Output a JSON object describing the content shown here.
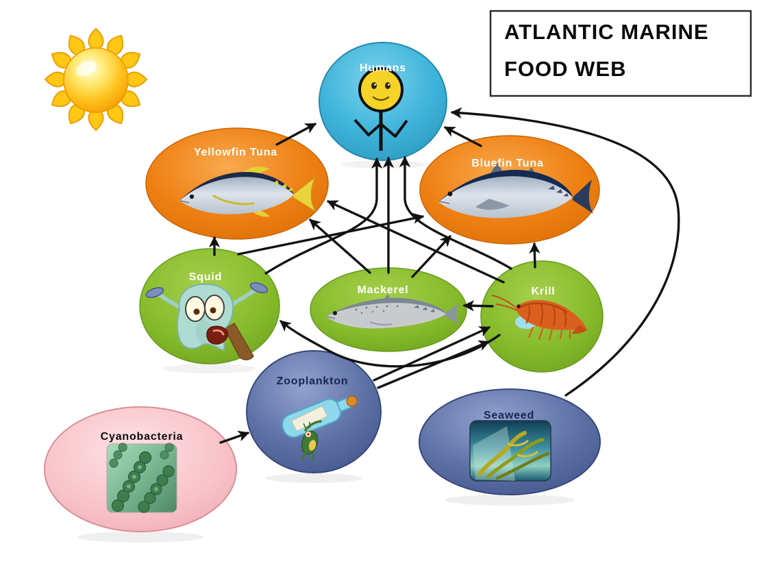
{
  "title": {
    "line1": "ATLANTIC MARINE",
    "line2": "FOOD WEB"
  },
  "diagram": {
    "type": "food-web",
    "sun": {
      "icon": "sun-icon"
    },
    "nodes": [
      {
        "id": "humans",
        "label": "Humans",
        "shape": "circle",
        "color": "#3FB4DB",
        "label_color": "#FFFFFF",
        "art": "stick-figure-smiley"
      },
      {
        "id": "yellowfin-tuna",
        "label": "Yellowfin Tuna",
        "shape": "ellipse",
        "color": "#EE8013",
        "label_color": "#FFFFFF",
        "art": "yellowfin-tuna-fish"
      },
      {
        "id": "bluefin-tuna",
        "label": "Bluefin Tuna",
        "shape": "ellipse",
        "color": "#EE8013",
        "label_color": "#FFFFFF",
        "art": "bluefin-tuna-fish"
      },
      {
        "id": "squid",
        "label": "Squid",
        "shape": "ellipse",
        "color": "#86BB2B",
        "label_color": "#FFFFFF",
        "art": "squid-cartoon"
      },
      {
        "id": "mackerel",
        "label": "Mackerel",
        "shape": "ellipse",
        "color": "#86BB2B",
        "label_color": "#FFFFFF",
        "art": "mackerel-fish"
      },
      {
        "id": "krill",
        "label": "Krill",
        "shape": "circle",
        "color": "#86BB2B",
        "label_color": "#FFFFFF",
        "art": "krill-crustacean"
      },
      {
        "id": "zooplankton",
        "label": "Zooplankton",
        "shape": "circle",
        "color": "#5F72A7",
        "label_color": "#17264F",
        "art": "plankton-with-bottle"
      },
      {
        "id": "seaweed",
        "label": "Seaweed",
        "shape": "ellipse",
        "color": "#5F72A7",
        "label_color": "#17264F",
        "art": "kelp-photo"
      },
      {
        "id": "cyanobacteria",
        "label": "Cyanobacteria",
        "shape": "ellipse",
        "color": "#F8C3C9",
        "label_color": "#0B0B0B",
        "art": "bacteria-photo"
      }
    ],
    "edges": [
      {
        "from": "yellowfin-tuna",
        "to": "humans"
      },
      {
        "from": "bluefin-tuna",
        "to": "humans"
      },
      {
        "from": "squid",
        "to": "humans"
      },
      {
        "from": "mackerel",
        "to": "humans"
      },
      {
        "from": "krill",
        "to": "humans"
      },
      {
        "from": "seaweed",
        "to": "humans"
      },
      {
        "from": "squid",
        "to": "yellowfin-tuna"
      },
      {
        "from": "mackerel",
        "to": "yellowfin-tuna"
      },
      {
        "from": "krill",
        "to": "yellowfin-tuna"
      },
      {
        "from": "squid",
        "to": "bluefin-tuna"
      },
      {
        "from": "mackerel",
        "to": "bluefin-tuna"
      },
      {
        "from": "krill",
        "to": "bluefin-tuna"
      },
      {
        "from": "krill",
        "to": "mackerel"
      },
      {
        "from": "krill",
        "to": "squid"
      },
      {
        "from": "zooplankton",
        "to": "krill"
      },
      {
        "from": "cyanobacteria",
        "to": "zooplankton"
      }
    ]
  }
}
